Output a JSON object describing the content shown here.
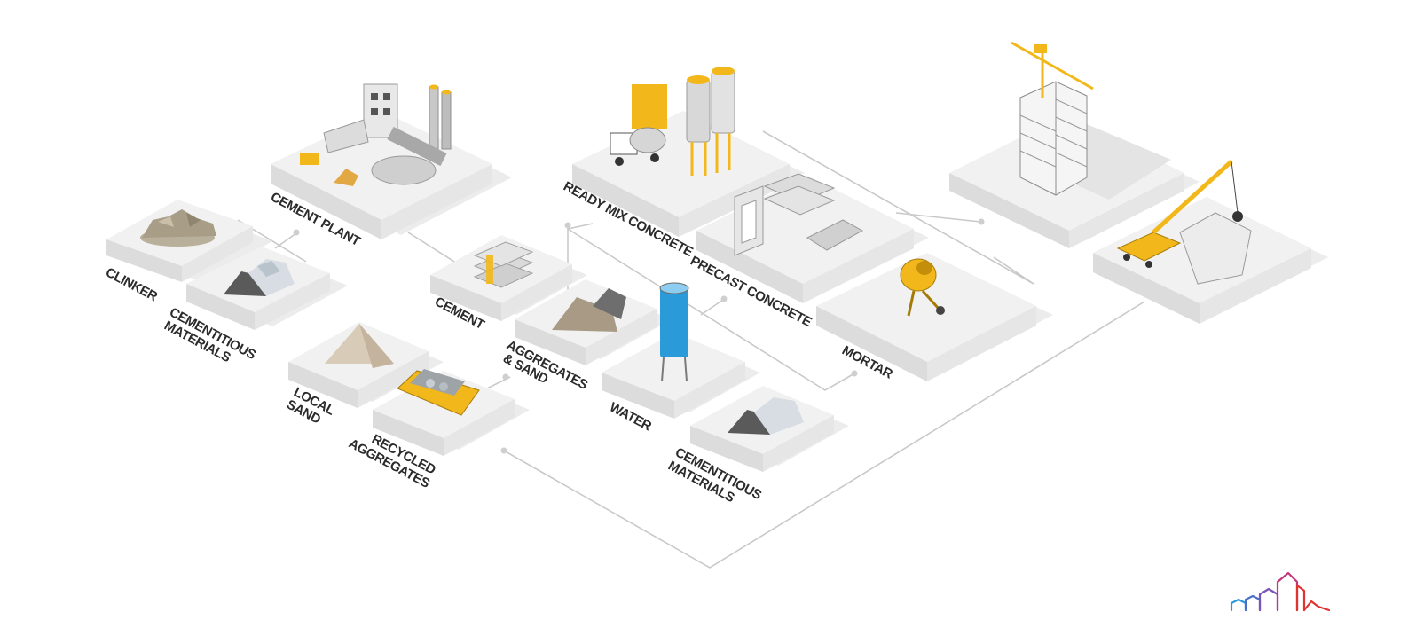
{
  "diagram": {
    "labels": {
      "clinker": "CLINKER",
      "cementitious_1_line1": "CEMENTITIOUS",
      "cementitious_1_line2": "MATERIALS",
      "cement_plant": "CEMENT PLANT",
      "cement": "CEMENT",
      "aggregates_line1": "AGGREGATES",
      "aggregates_line2": "& SAND",
      "local_sand_line1": "LOCAL",
      "local_sand_line2": "SAND",
      "recycled_line1": "RECYCLED",
      "recycled_line2": "AGGREGATES",
      "water": "WATER",
      "cementitious_2_line1": "CEMENTITIOUS",
      "cementitious_2_line2": "MATERIALS",
      "ready_mix": "READY MIX CONCRETE",
      "precast": "PRECAST CONCRETE",
      "mortar": "MORTAR"
    },
    "colors": {
      "accent_yellow": "#f2b81b",
      "silo_blue": "#2a9ad8",
      "tile_top": "#f1f1f1",
      "connector": "#c9c9c9"
    },
    "logo_icon": "city-skyline-logo"
  }
}
